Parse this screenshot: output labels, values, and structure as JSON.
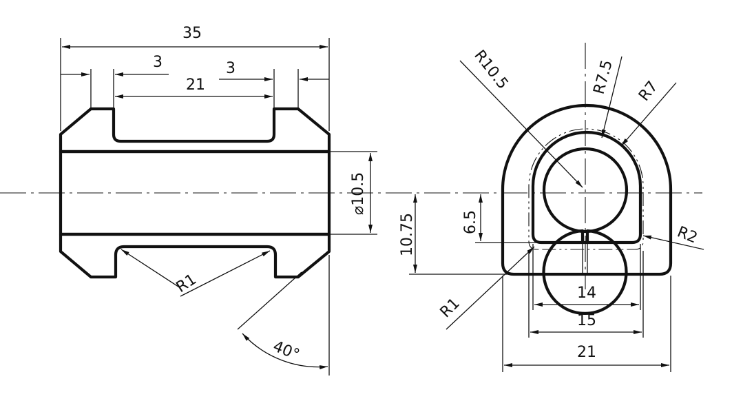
{
  "labels": {
    "overall_length": "35",
    "groove_wall_left": "3",
    "groove_wall_right": "3",
    "groove_width": "21",
    "bore_diameter": "⌀10.5",
    "fillet_left": "R1",
    "chamfer_angle": "40°",
    "outer_radius": "R10.5",
    "groove_radius": "R7.5",
    "inner_radius": "R7",
    "corner_radius": "R2",
    "base_fillet": "R1",
    "center_height": "10.75",
    "bore_height": "6.5",
    "inner_width": "14",
    "groove_base_width": "15",
    "outer_width": "21"
  }
}
